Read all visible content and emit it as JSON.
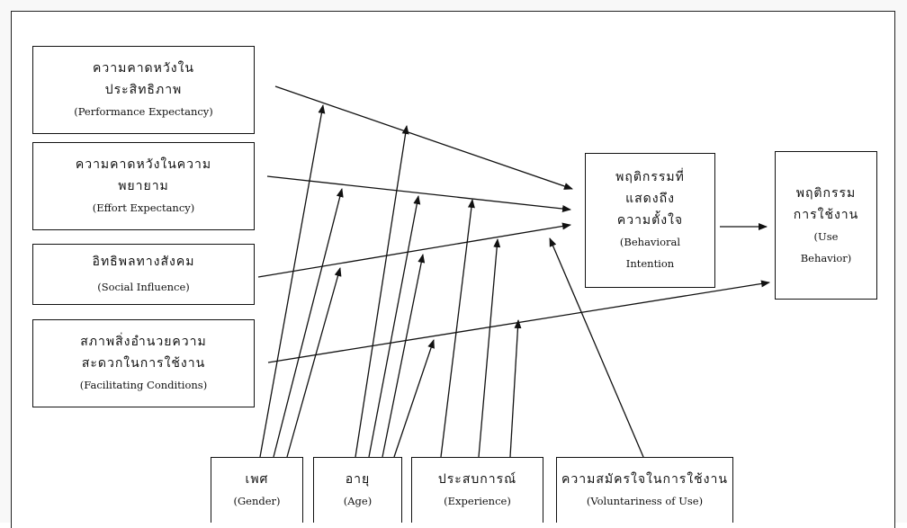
{
  "constructs": {
    "performance": {
      "th": [
        "ความคาดหวังใน",
        "ประสิทธิภาพ"
      ],
      "en": "(Performance Expectancy)"
    },
    "effort": {
      "th": [
        "ความคาดหวังในความ",
        "พยายาม"
      ],
      "en": "(Effort Expectancy)"
    },
    "social": {
      "th": [
        "อิทธิพลทางสังคม"
      ],
      "en": "(Social Influence)"
    },
    "facilitating": {
      "th": [
        "สภาพสิ่งอำนวยความ",
        "สะดวกในการใช้งาน"
      ],
      "en": "(Facilitating Conditions)"
    },
    "intention": {
      "th": [
        "พฤติกรรมที่",
        "แสดงถึง",
        "ความตั้งใจ"
      ],
      "en": [
        "(Behavioral",
        "Intention"
      ]
    },
    "behavior": {
      "th": [
        "พฤติกรรม",
        "การใช้งาน"
      ],
      "en": [
        "(Use",
        "Behavior)"
      ]
    }
  },
  "moderators": {
    "gender": {
      "th": "เพศ",
      "en": "(Gender)"
    },
    "age": {
      "th": "อายุ",
      "en": "(Age)"
    },
    "experience": {
      "th": "ประสบการณ์",
      "en": "(Experience)"
    },
    "voluntariness": {
      "th": "ความสมัครใจในการใช้งาน",
      "en": "(Voluntariness of Use)"
    }
  },
  "colors": {
    "line": "#111111",
    "border": "#111111",
    "background": "#ffffff"
  }
}
